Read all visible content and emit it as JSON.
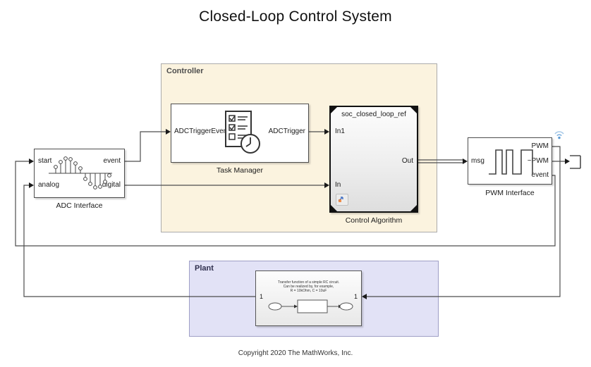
{
  "diagram": {
    "title": "Closed-Loop Control System",
    "copyright": "Copyright 2020 The MathWorks, Inc."
  },
  "controller_area": {
    "label": "Controller"
  },
  "plant_area": {
    "label": "Plant"
  },
  "adc": {
    "label": "ADC Interface",
    "port_start": "start",
    "port_analog": "analog",
    "port_event": "event",
    "port_digital": "digital"
  },
  "task_manager": {
    "label": "Task Manager",
    "port_in": "ADCTriggerEvent",
    "port_out": "ADCTrigger"
  },
  "control_algorithm": {
    "label": "Control Algorithm",
    "model_name": "soc_closed_loop_ref",
    "port_in1": "In1",
    "port_in": "In",
    "port_out": "Out"
  },
  "pwm": {
    "label": "PWM Interface",
    "port_msg": "msg",
    "port_pwm": "PWM",
    "port_npwm": "~PWM",
    "port_event": "event"
  },
  "plant_subsystem": {
    "note_line1": "Transfer function of a simple RC circuit.",
    "note_line2": "Can be realized by, for example,",
    "note_line3": "R = 10kOhm, C = 10uF",
    "port_left_num": "1",
    "port_right_num": "1"
  },
  "colors": {
    "controller_fill": "#FBF3DF",
    "controller_border": "#ABABAB",
    "plant_fill": "#E2E2F6",
    "plant_border": "#9E9EC6",
    "wire": "#4D4D4D",
    "wireless_accent": "#5B9BD5"
  }
}
